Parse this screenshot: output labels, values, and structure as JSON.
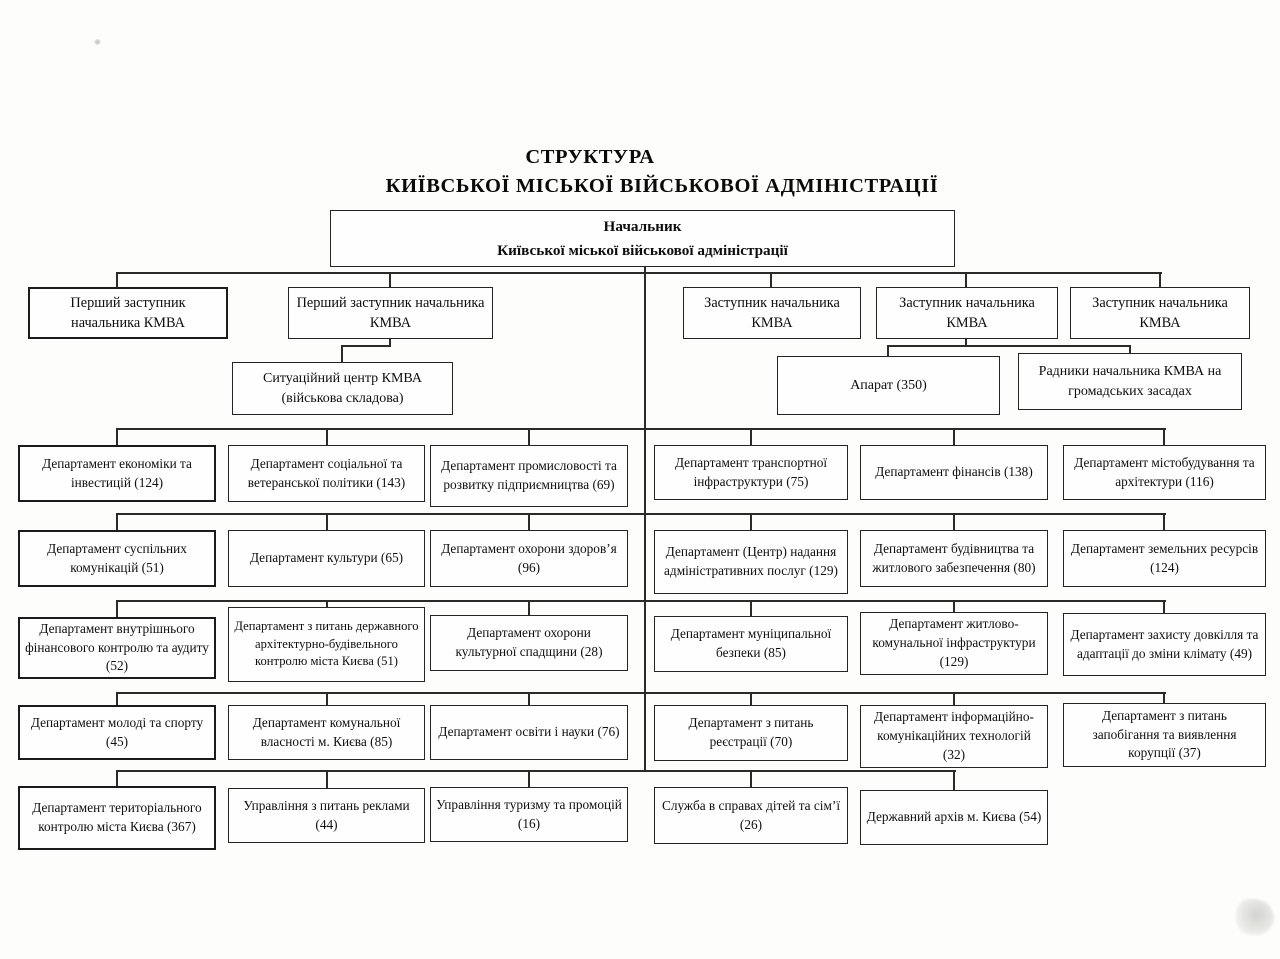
{
  "title": {
    "line1": "СТРУКТУРА",
    "line2": "КИЇВСЬКОЇ МІСЬКОЇ ВІЙСЬКОВОЇ АДМІНІСТРАЦІЇ"
  },
  "org": {
    "head": {
      "line1": "Начальник",
      "line2": "Київської міської військової адміністрації"
    },
    "deputies": [
      "Перший заступник начальника КМВА",
      "Перший заступник начальника КМВА",
      "Заступник начальника КМВА",
      "Заступник начальника КМВА",
      "Заступник начальника КМВА"
    ],
    "support": [
      "Ситуаційний центр КМВА (військова складова)",
      "Апарат (350)",
      "Радники начальника КМВА на громадських засадах"
    ],
    "row1": [
      "Департамент економіки та інвестицій (124)",
      "Департамент соціальної та ветеранської політики (143)",
      "Департамент промисловості та розвитку підприємництва (69)",
      "Департамент транспортної інфраструктури (75)",
      "Департамент фінансів (138)",
      "Департамент містобудування та архітектури (116)"
    ],
    "row2": [
      "Департамент суспільних комунікацій (51)",
      "Департамент культури (65)",
      "Департамент охорони здоров’я (96)",
      "Департамент (Центр) надання адміністративних послуг (129)",
      "Департамент будівництва та житлового забезпечення (80)",
      "Департамент земельних ресурсів (124)"
    ],
    "row3": [
      "Департамент внутрішнього фінансового контролю та аудиту (52)",
      "Департамент з питань державного архітектурно-будівельного контролю міста Києва (51)",
      "Департамент охорони культурної спадщини (28)",
      "Департамент муніципальної безпеки (85)",
      "Департамент житлово-комунальної інфраструктури (129)",
      "Департамент захисту довкілля та адаптації до зміни клімату (49)"
    ],
    "row4": [
      "Департамент молоді та спорту (45)",
      "Департамент комунальної власності м. Києва (85)",
      "Департамент освіти і науки (76)",
      "Департамент з питань реєстрації (70)",
      "Департамент інформаційно-комунікаційних технологій (32)",
      "Департамент з питань запобігання та виявлення корупції (37)"
    ],
    "row5": [
      "Департамент територіального контролю міста Києва (367)",
      "Управління з питань реклами (44)",
      "Управління туризму та промоцій (16)",
      "Служба в справах дітей та сім’ї (26)",
      "Державний архів м. Києва (54)"
    ]
  },
  "colors": {
    "line": "#2a2a2a",
    "box_border": "#242424",
    "background": "#fdfdfc",
    "text": "#0e0e0e"
  }
}
